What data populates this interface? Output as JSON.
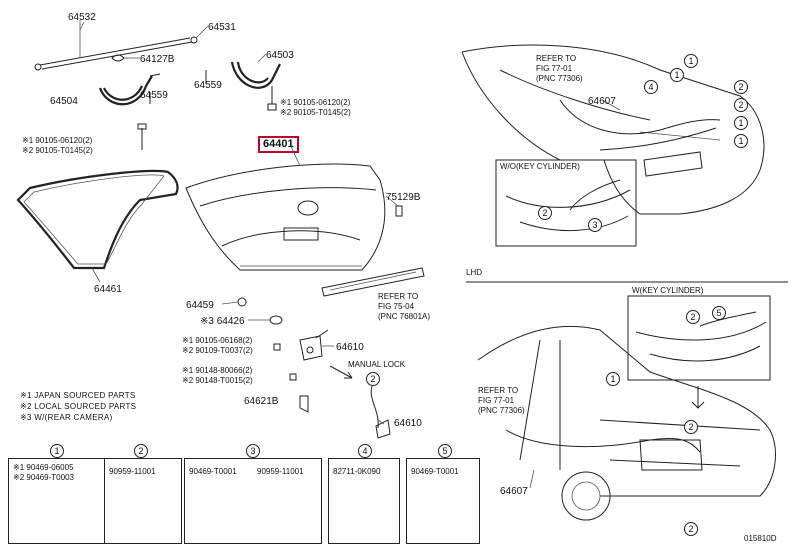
{
  "diagram_id": "015810D",
  "parts": {
    "p64532": "64532",
    "p64531": "64531",
    "p64127b": "64127B",
    "p64503": "64503",
    "p64504": "64504",
    "p64559a": "64559",
    "p64559b": "64559",
    "p64401": "64401",
    "p75129b": "75129B",
    "p64461": "64461",
    "p64459": "64459",
    "p64426": "※3 64426",
    "p64610a": "64610",
    "p64610b": "64610",
    "p64621b": "64621B",
    "p64607a": "64607",
    "p64607b": "64607"
  },
  "bolts": {
    "right_1": "※1 90105-06120(2)",
    "right_2": "※2 90105-T0145(2)",
    "left_1": "※1 90105-06120(2)",
    "left_2": "※2 90105-T0145(2)",
    "mid_1": "※1 90105-06168(2)",
    "mid_2": "※2 90109-T0037(2)",
    "low_1": "※1 90148-80066(2)",
    "low_2": "※2 90148-T0015(2)"
  },
  "refs": {
    "ref_top": [
      "REFER TO",
      "FIG 77-01",
      "(PNC 77306)"
    ],
    "ref_mid": [
      "REFER TO",
      "FIG 75-04",
      "(PNC 76801A)"
    ],
    "ref_low": [
      "REFER TO",
      "FIG 77-01",
      "(PNC 77306)"
    ]
  },
  "labels": {
    "wo_key": "W/O(KEY CYLINDER)",
    "w_key": "W(KEY CYLINDER)",
    "lhd": "LHD",
    "manual_lock": "MANUAL LOCK"
  },
  "legend": [
    "※1 JAPAN SOURCED PARTS",
    "※2 LOCAL SOURCED PARTS",
    "※3 W/(REAR CAMERA)"
  ],
  "clip_boxes": [
    {
      "num": "1",
      "codes": [
        "※1 90469-06005",
        "※2 90469-T0003"
      ]
    },
    {
      "num": "2",
      "codes": [
        "90959-11001"
      ]
    },
    {
      "num": "3",
      "codes": [
        "90469-T0001",
        "90959-11001"
      ]
    },
    {
      "num": "4",
      "codes": [
        "82711-0K090"
      ]
    },
    {
      "num": "5",
      "codes": [
        "90469-T0001"
      ]
    }
  ],
  "callouts": {
    "c1": "1",
    "c2": "2",
    "c3": "3",
    "c4": "4",
    "c5": "5"
  }
}
